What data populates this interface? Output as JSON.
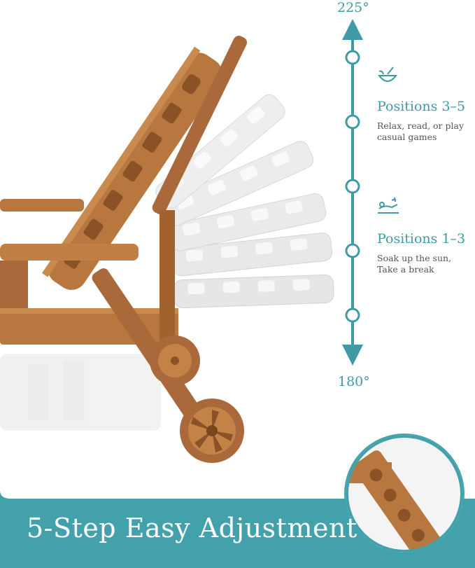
{
  "angles": {
    "top": "225°",
    "bottom": "180°"
  },
  "positions": [
    {
      "title": "Positions 3–5",
      "description_line1": "Relax, read, or play",
      "description_line2": "casual games",
      "icon": "coconut-drink-icon"
    },
    {
      "title": "Positions 1–3",
      "description_line1": "Soak up the sun,",
      "description_line2": "Take a break",
      "icon": "sunbathing-lounger-icon"
    }
  ],
  "adjustment_steps": 5,
  "banner": {
    "title": "5-Step Easy Adjustment"
  },
  "colors": {
    "teal": "#3f9aa6",
    "wood": "#b8773f",
    "wood_dark": "#94592a",
    "ghost": "#e3e3e3",
    "banner": "#43a1ab"
  }
}
